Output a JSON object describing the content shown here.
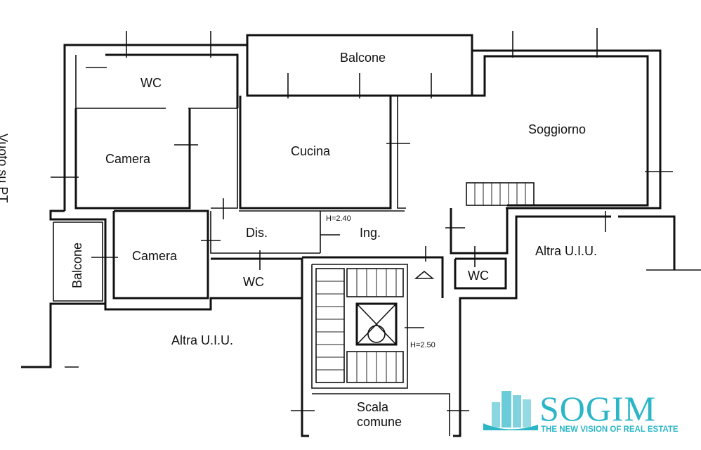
{
  "plan": {
    "side_label": "Vuoto su PT",
    "rooms": {
      "balcone_top": "Balcone",
      "wc_top": "WC",
      "soggiorno": "Soggiorno",
      "camera_1": "Camera",
      "cucina": "Cucina",
      "dis": "Dis.",
      "ing": "Ing.",
      "altra_uiu_right": "Altra U.I.U.",
      "balcone_left": "Balcone",
      "camera_2": "Camera",
      "wc_middle": "WC",
      "wc_right": "WC",
      "altra_uiu_left": "Altra U.I.U.",
      "scala_line1": "Scala",
      "scala_line2": "comune"
    },
    "heights": {
      "h_ing": "H=2.40",
      "h_stair": "H=2.50"
    }
  },
  "brand": {
    "name": "SOGIM",
    "tagline": "THE NEW VISION OF REAL ESTATE",
    "color": "#2bb6c8"
  }
}
